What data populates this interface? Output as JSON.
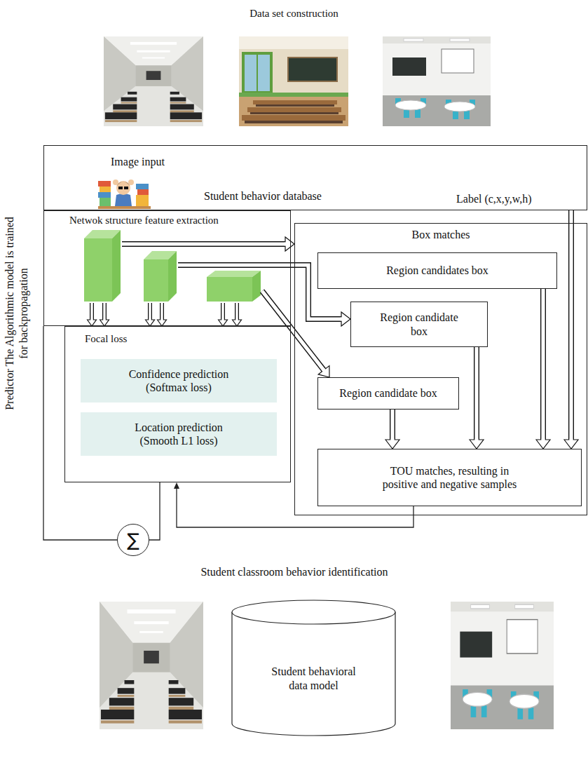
{
  "diagram": {
    "title": "Data set construction",
    "nodes": [
      {
        "text": [
          "Image input",
          "Student behavior database",
          "Label (c,x,y,w,h)"
        ]
      },
      {
        "text": [
          "Netwok structure feature extraction"
        ]
      },
      {
        "text": [
          "Focal loss"
        ]
      },
      {
        "text": [
          "Confidence prediction (Softmax loss)"
        ],
        "in": 2
      },
      {
        "text": [
          "Location prediction (Smooth L1 loss)"
        ],
        "in": 2
      },
      {
        "text": [
          "Box matches"
        ]
      },
      {
        "text": [
          "Region candidates box"
        ],
        "in": 5
      },
      {
        "text": [
          "Region candidate box"
        ],
        "in": 5
      },
      {
        "text": [
          "Region candidate box"
        ],
        "in": 5
      },
      {
        "text": [
          "TOU matches, resulting in positive and negative samples"
        ],
        "in": 5
      },
      {
        "text": [
          "∑"
        ]
      },
      {
        "text": [
          "Student behavioral data model"
        ]
      }
    ],
    "edges": [
      {
        "from": 1,
        "to": 5,
        "arrow": "to"
      },
      {
        "from": 1,
        "to": 7,
        "arrow": "to"
      },
      {
        "from": 1,
        "to": 8,
        "arrow": "to"
      },
      {
        "from": 1,
        "to": 2,
        "arrow": "to"
      },
      {
        "from": 1,
        "to": 2,
        "arrow": "to"
      },
      {
        "from": 1,
        "to": 2,
        "arrow": "to"
      },
      {
        "from": 1,
        "to": 2,
        "arrow": "to"
      },
      {
        "from": 1,
        "to": 2,
        "arrow": "to"
      },
      {
        "from": 1,
        "to": 2,
        "arrow": "to"
      },
      {
        "from": 6,
        "to": 9,
        "arrow": "to"
      },
      {
        "from": 7,
        "to": 9,
        "arrow": "to"
      },
      {
        "from": 8,
        "to": 9,
        "arrow": "to"
      },
      {
        "from": 0,
        "to": 9,
        "arrow": "to"
      },
      {
        "from": 9,
        "to": 2,
        "arrow": "to"
      },
      {
        "from": 2,
        "to": 10,
        "arrow": "none"
      },
      {
        "from": 10,
        "to": 1,
        "arrow": "none"
      }
    ],
    "labels": [
      "Predictor The Algorithmic model is trained for backpropagation",
      "Student classroom behavior identification"
    ]
  }
}
